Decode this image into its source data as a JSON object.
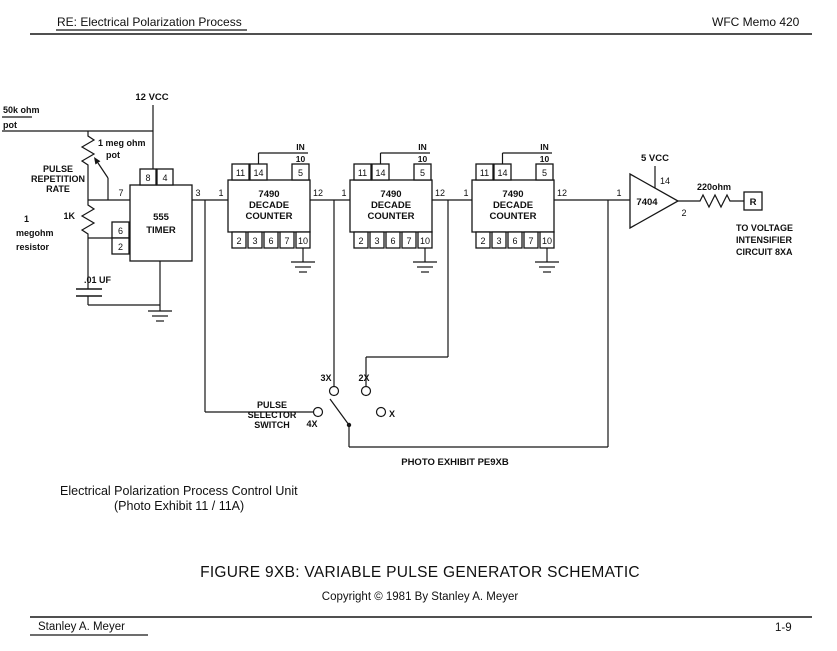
{
  "header": {
    "re_line": "RE: Electrical Polarization Process",
    "memo": "WFC Memo 420"
  },
  "schematic": {
    "vcc12": "12 VCC",
    "vcc5": "5 VCC",
    "pot50k": [
      "50k ohm",
      "pot"
    ],
    "pot1meg": [
      "1 meg ohm",
      "pot"
    ],
    "pulse_rate": [
      "PULSE",
      "REPETITION",
      "RATE"
    ],
    "r1k": "1K",
    "r1meg": [
      "1",
      "megohm",
      "resistor"
    ],
    "cap": ".01 UF",
    "timer": {
      "line1": "555",
      "line2": "TIMER",
      "pin8": "8",
      "pin4": "4",
      "pin7": "7",
      "pin6": "6",
      "pin2": "2",
      "pin3": "3"
    },
    "counter": {
      "line1": "7490",
      "line2": "DECADE",
      "line3": "COUNTER",
      "pin11": "11",
      "pin14": "14",
      "pin5": "5",
      "frac_top": "IN",
      "frac_bottom": "10",
      "pin1": "1",
      "pin12": "12",
      "bottom": [
        "2",
        "3",
        "6",
        "7",
        "10"
      ]
    },
    "inverter": {
      "name": "7404",
      "pin14": "14",
      "pin1": "1",
      "pin2": "2",
      "r220": "220ohm",
      "out": "R",
      "dest": [
        "TO VOLTAGE",
        "INTENSIFIER",
        "CIRCUIT 8XA"
      ]
    },
    "selector": {
      "label": [
        "PULSE",
        "SELECTOR",
        "SWITCH"
      ],
      "pos3x": "3X",
      "pos2x": "2X",
      "pos4x": "4X",
      "posx": "X"
    },
    "photo_exhibit": "PHOTO EXHIBIT PE9XB"
  },
  "captions": {
    "control1": "Electrical Polarization Process Control Unit",
    "control2": "(Photo Exhibit 11 / 11A)",
    "figure": "FIGURE 9XB: VARIABLE PULSE GENERATOR SCHEMATIC",
    "copyright": "Copyright © 1981 By Stanley A. Meyer"
  },
  "footer": {
    "author": "Stanley A. Meyer",
    "page": "1-9"
  }
}
